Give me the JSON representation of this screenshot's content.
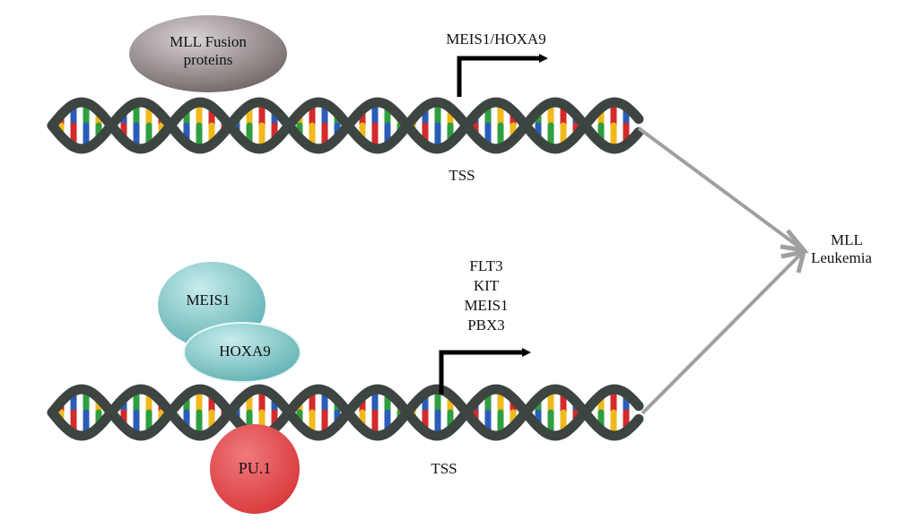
{
  "top": {
    "fusion_line1": "MLL Fusion",
    "fusion_line2": "proteins",
    "target": "MEIS1/HOXA9",
    "tss": "TSS"
  },
  "bottom": {
    "meis1": "MEIS1",
    "hoxa9": "HOXA9",
    "pu1": "PU.1",
    "targets": [
      "FLT3",
      "KIT",
      "MEIS1",
      "PBX3"
    ],
    "tss": "TSS"
  },
  "outcome": {
    "line1": "MLL",
    "line2": "Leukemia"
  },
  "colors": {
    "backbone": "#3d4540",
    "base_blue": "#2a5cb8",
    "base_red": "#d42a2a",
    "base_yellow": "#f0b91c",
    "base_green": "#2f9e3f",
    "fusion_blob": "#8f8585",
    "meis_hoxa_blob": "#7fc4c4",
    "pu1_blob": "#e2474a",
    "arrow_gray": "#a0a0a0",
    "arrow_black": "#000000"
  }
}
